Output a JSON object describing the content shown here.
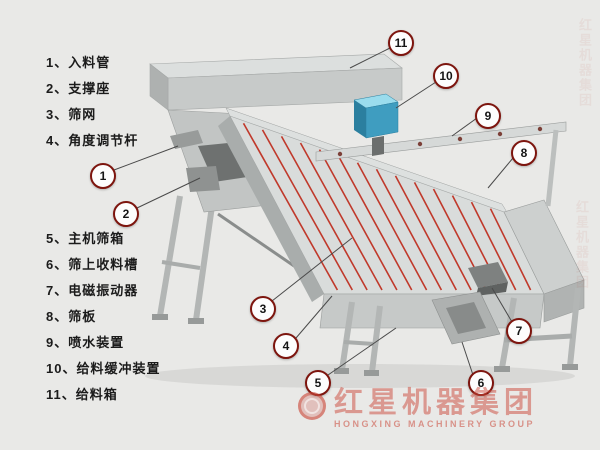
{
  "page": {
    "background": "#e9e9e7"
  },
  "legend": {
    "items": [
      {
        "label": "1、入料管"
      },
      {
        "label": "2、支撑座"
      },
      {
        "label": "3、筛网"
      },
      {
        "label": "4、角度调节杆"
      },
      {
        "label": "5、主机筛箱"
      },
      {
        "label": "6、筛上收料槽"
      },
      {
        "label": "7、电磁振动器"
      },
      {
        "label": "8、筛板"
      },
      {
        "label": "9、喷水装置"
      },
      {
        "label": "10、给料缓冲装置"
      },
      {
        "label": "11、给料箱"
      }
    ]
  },
  "callouts": [
    {
      "label": "1"
    },
    {
      "label": "2"
    },
    {
      "label": "3"
    },
    {
      "label": "4"
    },
    {
      "label": "5"
    },
    {
      "label": "6"
    },
    {
      "label": "7"
    },
    {
      "label": "8"
    },
    {
      "label": "9"
    },
    {
      "label": "10"
    },
    {
      "label": "11"
    }
  ],
  "watermark": {
    "brand": "红星机器集团",
    "subtitle": "HONGXING MACHINERY GROUP"
  },
  "colors": {
    "background": "#e9e9e7",
    "stripe_red": "#c0392b",
    "callout_ring": "#7d150e",
    "buffer_box_blue": "#3f9dc0",
    "watermark_red": "#cb483a"
  }
}
